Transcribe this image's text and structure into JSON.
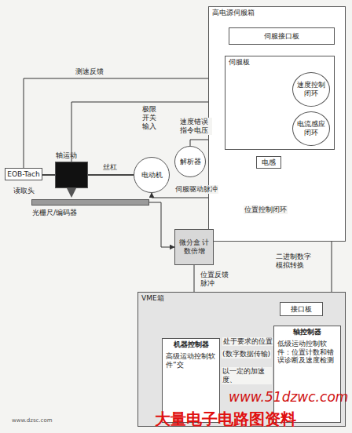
{
  "diagram": {
    "nodes": [
      {
        "text": [
          "高电源伺服箱"
        ]
      },
      {
        "text": [
          "伺服接口板"
        ],
        "in": 0
      },
      {
        "text": [
          "伺服板"
        ],
        "in": 0
      },
      {
        "text": [
          "速度控制闭环"
        ],
        "in": 2
      },
      {
        "text": [
          "电流感应闭环"
        ],
        "in": 2
      },
      {
        "text": [
          "电感"
        ],
        "in": 0
      },
      {
        "text": [
          "解析器"
        ]
      },
      {
        "text": [
          "电动机"
        ]
      },
      {
        "text": [
          "EOB-Tach"
        ]
      },
      {
        "text": [
          "轴运动"
        ]
      },
      {
        "text": [
          "光栅尺/编码器"
        ]
      },
      {
        "text": [
          "微分盒 计数倍增"
        ]
      },
      {
        "text": [
          "VME箱"
        ]
      },
      {
        "text": [
          "接口板"
        ],
        "in": 12
      },
      {
        "text": [
          "轴控制器",
          "低级运动控制软件：位置计数和错误诊断及速度检测"
        ],
        "in": 12
      },
      {
        "text": [
          "机器控制器",
          "高级运动控制软件“交"
        ],
        "in": 12
      }
    ],
    "edges": [
      {
        "from": 8,
        "to": 2,
        "arrow": "to"
      },
      {
        "from": 9,
        "to": 2,
        "arrow": "to"
      },
      {
        "from": 2,
        "to": 7,
        "arrow": "to"
      },
      {
        "from": 6,
        "to": 2,
        "arrow": "to"
      },
      {
        "from": 10,
        "to": 11,
        "arrow": "to"
      },
      {
        "from": 11,
        "to": 13,
        "arrow": "to"
      },
      {
        "from": 13,
        "to": 14,
        "arrow": "none"
      },
      {
        "from": 14,
        "to": 2,
        "arrow": "to"
      },
      {
        "from": 15,
        "to": 14,
        "arrow": "both"
      },
      {
        "from": 1,
        "to": 2,
        "arrow": "none"
      },
      {
        "from": 5,
        "to": 4,
        "arrow": "none"
      }
    ],
    "labels": [
      "读取头",
      "丝杠",
      "测速反馈",
      "极限开关输入",
      "速度错误指令电压",
      "伺服驱动脉冲",
      "位置控制闭环",
      "二进制数字模拟转换",
      "位置反馈脉冲",
      "处于要求的位置",
      "(数字数据传输)",
      "以一定的加速度、",
      "www.dzsc.com",
      "www.51dzwc.com",
      "大量电子电路图资料"
    ]
  }
}
